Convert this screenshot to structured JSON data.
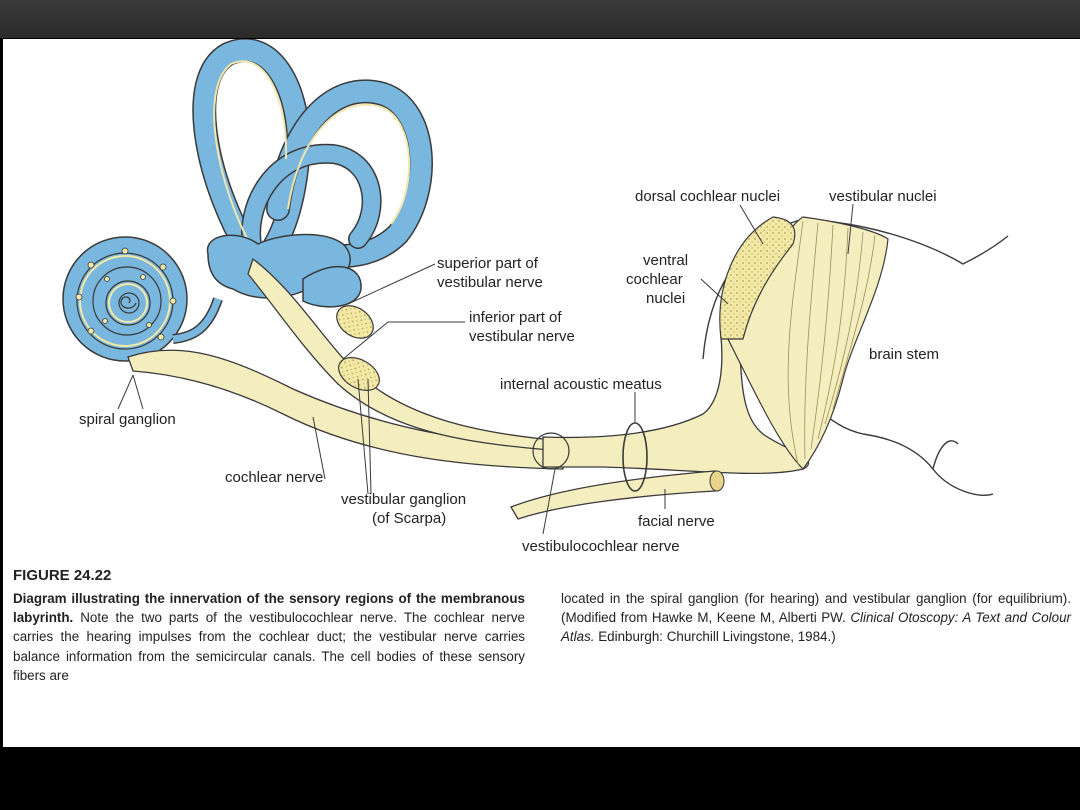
{
  "labels": {
    "dorsal_cochlear_nuclei": "dorsal cochlear nuclei",
    "vestibular_nuclei": "vestibular nuclei",
    "ventral_1": "ventral",
    "ventral_2": "cochlear",
    "ventral_3": "nuclei",
    "superior_1": "superior part of",
    "superior_2": "vestibular nerve",
    "inferior_1": "inferior part of",
    "inferior_2": "vestibular nerve",
    "brain_stem": "brain stem",
    "internal_acoustic_meatus": "internal acoustic meatus",
    "spiral_ganglion": "spiral ganglion",
    "cochlear_nerve": "cochlear nerve",
    "vestibular_ganglion_1": "vestibular ganglion",
    "vestibular_ganglion_2": "(of Scarpa)",
    "facial_nerve": "facial nerve",
    "vestibulocochlear_nerve": "vestibulocochlear nerve"
  },
  "caption": {
    "figure_number": "FIGURE 24.22",
    "bold_lead": "Diagram illustrating the innervation of the sensory regions of the membranous labyrinth.",
    "left_text": " Note the two parts of the vestibulocochlear nerve. The cochlear nerve carries the hearing impulses from the cochlear duct; the vestibular nerve carries balance information from the semicircular canals. The cell bodies of these sensory fibers are",
    "right_text_1": "located in the spiral ganglion (for hearing) and vestibular ganglion (for equilibrium). (Modified from Hawke M, Keene M, Alberti PW. ",
    "right_italic": "Clinical Otoscopy: A Text and Colour Atlas.",
    "right_text_2": " Edinburgh: Churchill Livingstone, 1984.)"
  },
  "colors": {
    "labyrinth_blue": "#79b7de",
    "nerve_yellow": "#f4eebf",
    "outline": "#3a3a3a"
  }
}
